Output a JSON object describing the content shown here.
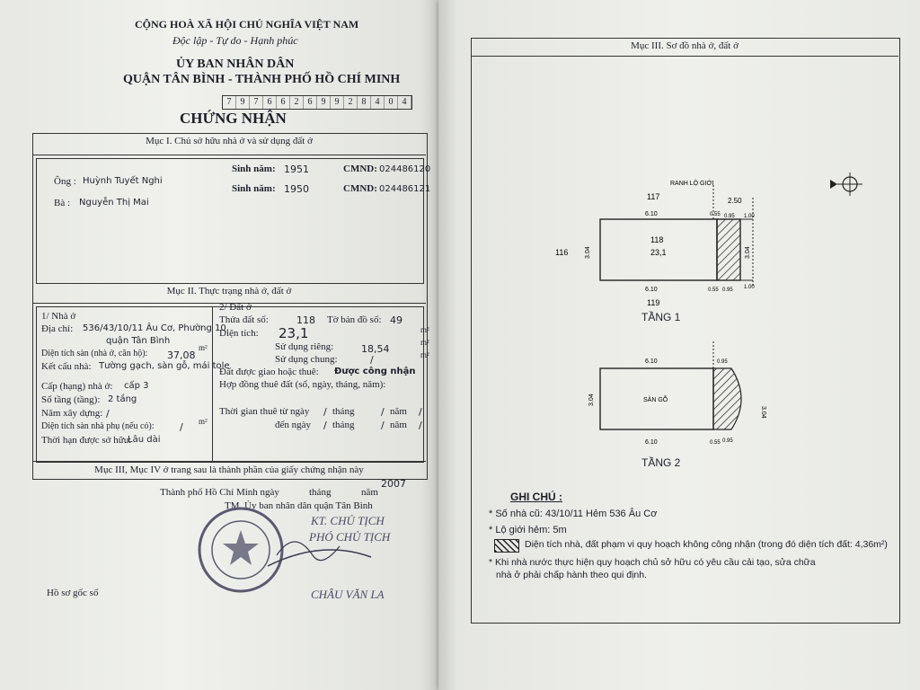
{
  "left": {
    "nation": "CỘNG HOÀ XÃ HỘI CHỦ NGHĨA VIỆT NAM",
    "motto": "Độc lập - Tự do - Hạnh phúc",
    "committee": "ỦY BAN NHÂN DÂN",
    "district_city": "QUẬN TÂN BÌNH - THÀNH PHỐ HỒ CHÍ MINH",
    "serial_digits": [
      "7",
      "9",
      "7",
      "6",
      "6",
      "2",
      "6",
      "9",
      "9",
      "2",
      "8",
      "4",
      "0",
      "4"
    ],
    "cert_title": "CHỨNG NHẬN",
    "section1": {
      "title": "Mục I. Chủ sở hữu nhà ở và sử dụng đất ở",
      "owners": [
        {
          "prefix": "Ông :",
          "name": "Huỳnh Tuyết Nghi",
          "birth_label": "Sinh năm:",
          "birth": "1951",
          "id_label": "CMND:",
          "id": "024486120"
        },
        {
          "prefix": "Bà :",
          "name": "Nguyễn Thị Mai",
          "birth_label": "Sinh năm:",
          "birth": "1950",
          "id_label": "CMND:",
          "id": "024486121"
        }
      ]
    },
    "section2": {
      "title": "Mục II. Thực trạng nhà ở, đất ở",
      "house": {
        "heading": "1/ Nhà ở",
        "address_label": "Địa chỉ:",
        "address_line1": "536/43/10/11 Âu Cơ, Phường 10,",
        "address_line2": "quận Tân Bình",
        "floor_area_label": "Diện tích sàn (nhà ở, căn hộ):",
        "floor_area": "37,08",
        "unit_m2": "m²",
        "structure_label": "Kết cấu nhà:",
        "structure": "Tường gạch, sàn gỗ, mái tole",
        "grade_label": "Cấp (hạng) nhà ở:",
        "grade": "cấp 3",
        "floors_label": "Số tầng (tầng):",
        "floors": "2 tầng",
        "year_label": "Năm xây dựng:",
        "year": "/",
        "aux_area_label": "Diện tích sàn nhà phụ (nếu có):",
        "aux_area": "/",
        "tenure_label": "Thời hạn được sở hữu:",
        "tenure": "Lâu dài"
      },
      "land": {
        "heading": "2/ Đất ở",
        "parcel_label": "Thửa đất số:",
        "parcel": "118",
        "map_label": "Tờ bản đồ số:",
        "map": "49",
        "area_label": "Diện tích:",
        "area": "23,1",
        "private_label": "Sử dụng riêng:",
        "private": "18,54",
        "shared_label": "Sử dụng chung:",
        "shared": "/",
        "allocation_label": "Đất được giao hoặc thuê:",
        "allocation": "Được công nhận",
        "lease_label": "Hợp đồng thuê đất (số, ngày, tháng, năm):",
        "lease_from_label": "Thời gian thuê từ ngày",
        "lease_to_label": "đến ngày",
        "slash": "/",
        "month_label": "tháng",
        "year_label": "năm"
      }
    },
    "footer_note": "Mục III, Mục IV ở trang sau là thành phần của giấy chứng nhận này",
    "place_date": "Thành phố Hồ Chí Minh ngày",
    "month_word": "tháng",
    "year_word": "năm",
    "year_value": "2007",
    "tm_line": "TM. Ủy ban nhân dân  quận Tân Bình",
    "kt_line": "KT. CHỦ TỊCH",
    "vice_line": "PHÓ CHỦ TỊCH",
    "signer": "CHÂU VĂN LA",
    "original_file": "Hồ sơ gốc số"
  },
  "right": {
    "section3_title": "Mục III. Sơ đồ nhà ở, đất ở",
    "floor1": {
      "label": "TẦNG 1",
      "boundary": "RANH LỘ GIỚI",
      "neighbor_top": "117",
      "neighbor_left": "116",
      "neighbor_bottom": "119",
      "parcel": "118",
      "area": "23,1",
      "dims": {
        "top": "6.10",
        "bottom": "6.10",
        "left": "3.04",
        "right": "3.04",
        "a": "0.55",
        "b": "0.95",
        "c": "1.00",
        "road": "2.50"
      }
    },
    "floor2": {
      "label": "TẦNG 2",
      "room": "SÀN GỖ",
      "dims": {
        "top": "6.10",
        "bottom": "6.10",
        "left": "3.04",
        "right": "3.04",
        "a": "0.55",
        "b": "0.95"
      }
    },
    "notes": {
      "heading": "GHI CHÚ :",
      "items": [
        "* Số nhà cũ: 43/10/11 Hẻm 536 Âu Cơ",
        "* Lộ giới hẻm: 5m",
        "Diện tích nhà, đất phạm vi quy hoạch không công nhận (trong đó diện tích đất: 4,36m²)",
        "* Khi nhà nước thực hiện quy hoạch chủ sở hữu có yêu cầu cải tạo, sửa chữa",
        "nhà ở phải chấp hành theo qui định."
      ]
    }
  },
  "colors": {
    "paper": "#f1f2ee",
    "ink": "#1d1f2a",
    "stamp": "#5a5a70",
    "background": "#8c8f8f"
  }
}
